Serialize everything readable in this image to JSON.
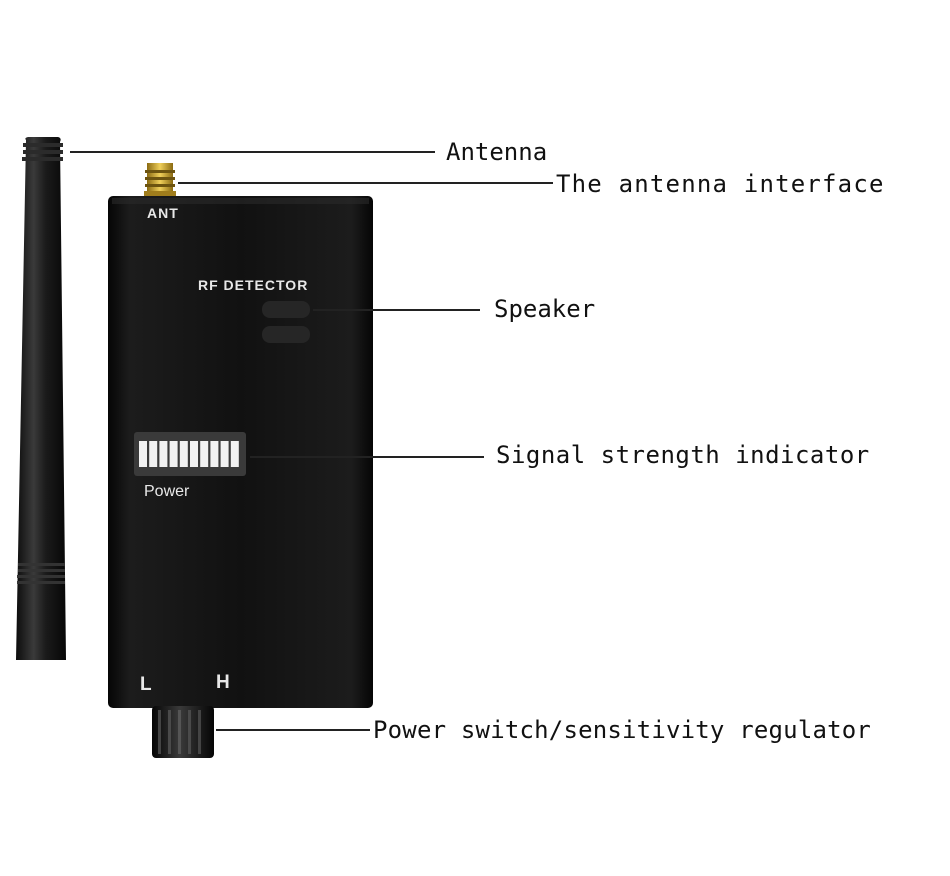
{
  "device": {
    "ant_label": "ANT",
    "model_label": "RF DETECTOR",
    "power_label": "Power",
    "low_label": "L",
    "high_label": "H",
    "led_count": 10
  },
  "callouts": {
    "antenna": "Antenna",
    "antenna_interface": "The antenna interface",
    "speaker": "Speaker",
    "signal_indicator": "Signal strength indicator",
    "power_switch": "Power switch/sensitivity regulator"
  },
  "colors": {
    "body": "#111111",
    "antenna": "#1c1c1c",
    "connector": "#c9a227",
    "led": "#f2f2f2",
    "leader_line": "#222222"
  }
}
